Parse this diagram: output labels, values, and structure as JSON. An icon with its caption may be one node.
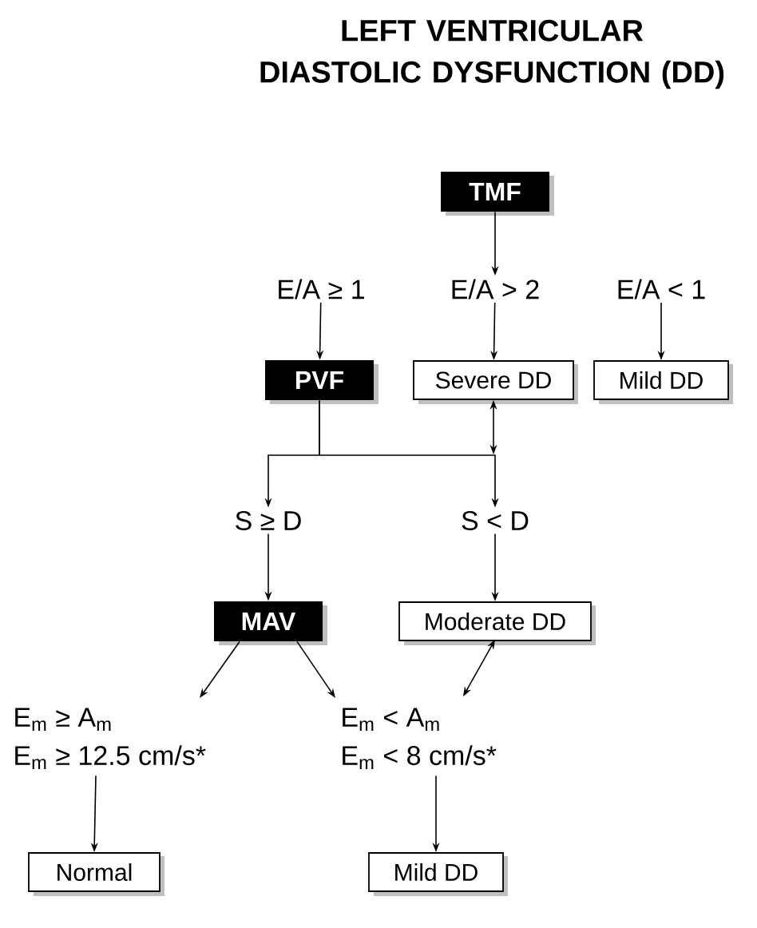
{
  "diagram": {
    "title": "LEFT VENTRICULAR DIASTOLIC DYSFUNCTION (DD)",
    "nodes": [
      {
        "text": [
          "TMF"
        ]
      },
      {
        "text": [
          "E/A ≥ 1"
        ]
      },
      {
        "text": [
          "E/A > 2"
        ]
      },
      {
        "text": [
          "E/A < 1"
        ]
      },
      {
        "text": [
          "PVF"
        ]
      },
      {
        "text": [
          "Severe DD"
        ]
      },
      {
        "text": [
          "Mild DD"
        ]
      },
      {
        "text": [
          "S ≥ D"
        ]
      },
      {
        "text": [
          "S < D"
        ]
      },
      {
        "text": [
          "MAV"
        ]
      },
      {
        "text": [
          "Moderate DD"
        ]
      },
      {
        "text": [
          "E$_{m}$ ≥ A$_{m}$",
          "E$_{m}$ ≥ 12.5 cm/s*"
        ]
      },
      {
        "text": [
          "E$_{m}$ < A$_{m}$",
          "E$_{m}$ < 8 cm/s*"
        ]
      },
      {
        "text": [
          "Normal"
        ]
      },
      {
        "text": [
          "Mild DD"
        ]
      }
    ],
    "edges": [
      {
        "from": 0,
        "to": 2,
        "arrow": "to"
      },
      {
        "from": 1,
        "to": 4,
        "arrow": "to"
      },
      {
        "from": 2,
        "to": 5,
        "arrow": "to"
      },
      {
        "from": 3,
        "to": 6,
        "arrow": "to"
      },
      {
        "from": 4,
        "to": 7,
        "arrow": "to"
      },
      {
        "from": 4,
        "to": 8,
        "arrow": "to"
      },
      {
        "from": 5,
        "to": null,
        "arrow": "both"
      },
      {
        "from": 7,
        "to": 9,
        "arrow": "to"
      },
      {
        "from": 8,
        "to": 10,
        "arrow": "to"
      },
      {
        "from": 9,
        "to": 11,
        "arrow": "to"
      },
      {
        "from": 9,
        "to": 12,
        "arrow": "to"
      },
      {
        "from": 10,
        "to": 12,
        "arrow": "both"
      },
      {
        "from": 11,
        "to": 13,
        "arrow": "to"
      },
      {
        "from": 12,
        "to": 14,
        "arrow": "to"
      }
    ]
  }
}
